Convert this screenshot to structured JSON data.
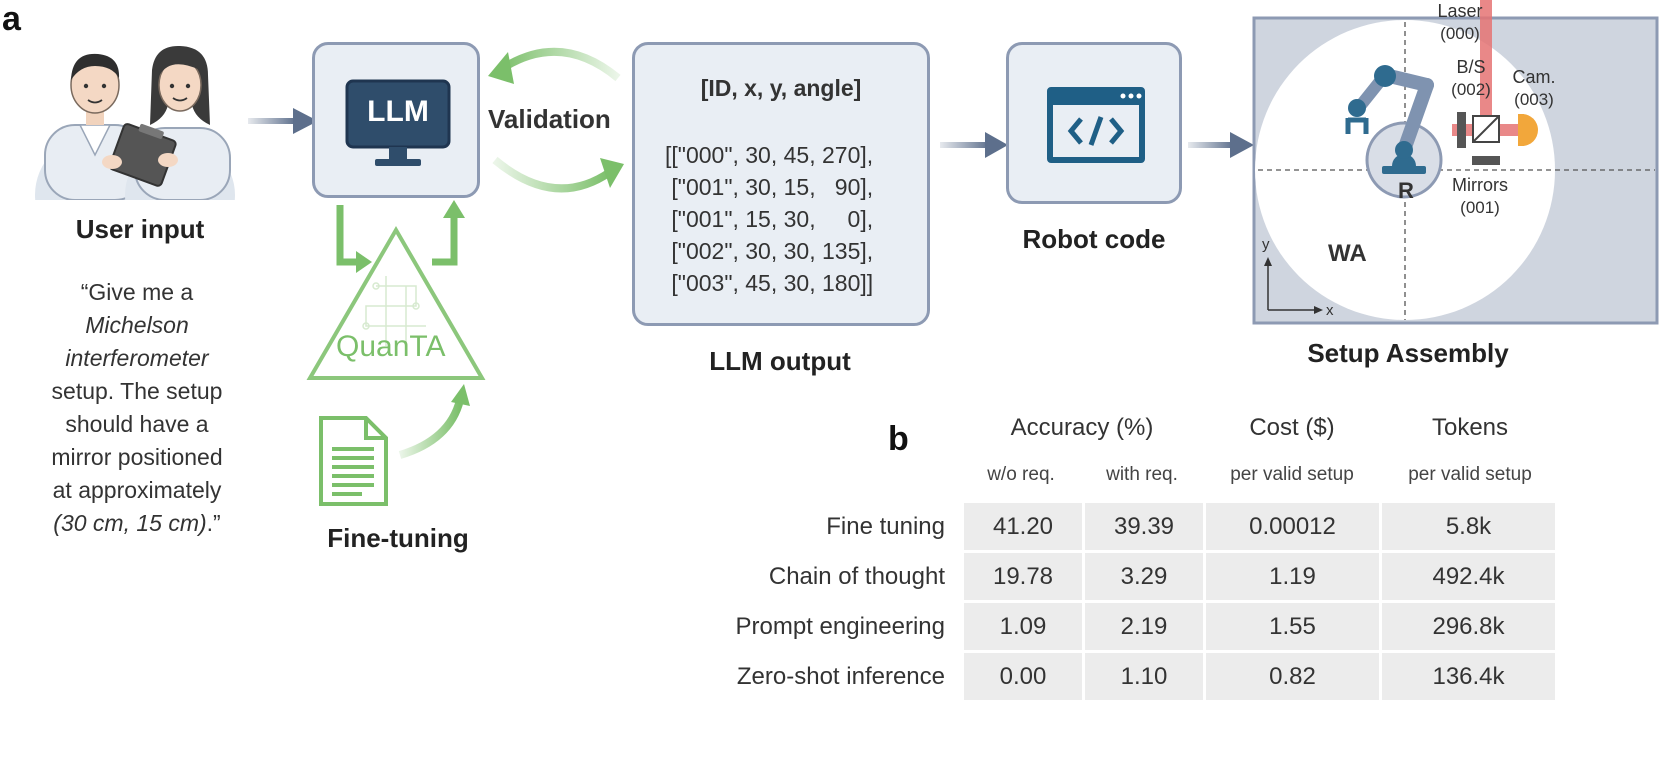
{
  "panel_a": "a",
  "panel_b": "b",
  "user": {
    "caption": "User input",
    "quote_parts": [
      "“Give me a",
      "Michelson",
      "interferometer",
      "setup. The setup",
      "should have a",
      "mirror positioned",
      "at approximately",
      "(30 cm, 15 cm)",
      ".”"
    ]
  },
  "llm": {
    "screen_text": "LLM",
    "validation": "Validation"
  },
  "quanta": {
    "label": "QuanTA",
    "finetune_caption": "Fine-tuning"
  },
  "output": {
    "header": "[ID, x, y, angle]",
    "lines": [
      "[[\"000\", 30, 45, 270],",
      " [\"001\", 30, 15,   90],",
      " [\"001\", 15, 30,     0],",
      " [\"002\", 30, 30, 135],",
      " [\"003\", 45, 30, 180]]"
    ],
    "caption": "LLM output"
  },
  "robot": {
    "caption": "Robot code"
  },
  "setup": {
    "caption": "Setup Assembly",
    "laser": "Laser",
    "laser_id": "(000)",
    "bs": "B/S",
    "bs_id": "(002)",
    "cam": "Cam.",
    "cam_id": "(003)",
    "mirrors": "Mirrors",
    "mirrors_id": "(001)",
    "robot_letter": "R",
    "wa": "WA",
    "axis_x": "x",
    "axis_y": "y"
  },
  "table": {
    "groups": [
      "Accuracy (%)",
      "Cost ($)",
      "Tokens"
    ],
    "subheaders": [
      "w/o req.",
      "with req.",
      "per valid setup",
      "per valid setup"
    ],
    "rows": [
      {
        "label": "Fine tuning",
        "values": [
          "41.20",
          "39.39",
          "0.00012",
          "5.8k"
        ]
      },
      {
        "label": "Chain of thought",
        "values": [
          "19.78",
          "3.29",
          "1.19",
          "492.4k"
        ]
      },
      {
        "label": "Prompt engineering",
        "values": [
          "1.09",
          "2.19",
          "1.55",
          "296.8k"
        ]
      },
      {
        "label": "Zero-shot inference",
        "values": [
          "0.00",
          "1.10",
          "0.82",
          "136.4k"
        ]
      }
    ]
  },
  "colors": {
    "box_fill": "#e9eef4",
    "box_border": "#8d9ab3",
    "arrow": "#5d6f8c",
    "green": "#7bbf6a",
    "robot_blue": "#2f6b8f",
    "code_blue": "#1f5f86",
    "laser_red": "#e57373"
  }
}
